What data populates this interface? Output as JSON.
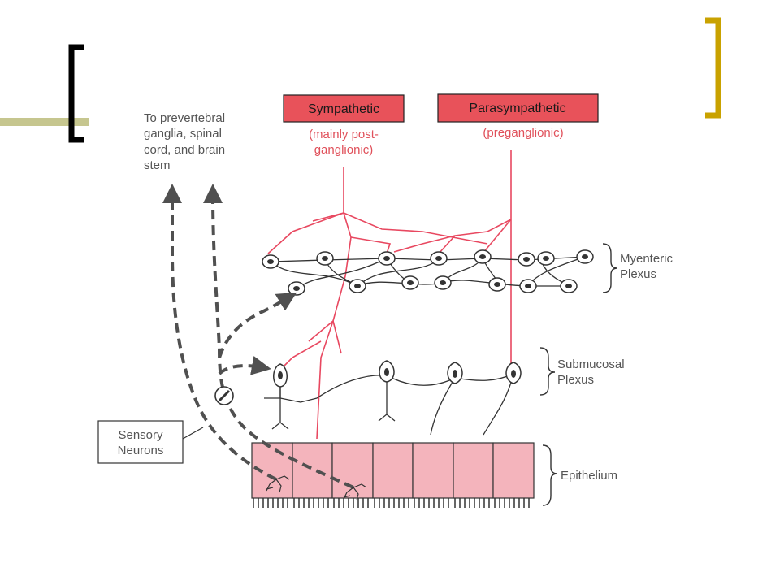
{
  "labels": {
    "sympathetic": "Sympathetic",
    "sympathetic_sub1": "(mainly post-",
    "sympathetic_sub2": "ganglionic)",
    "parasympathetic": "Parasympathetic",
    "parasympathetic_sub": "(preganglionic)",
    "prevertebral_1": "To prevertebral",
    "prevertebral_2": "ganglia, spinal",
    "prevertebral_3": "cord, and brain",
    "prevertebral_4": "stem",
    "myenteric_1": "Myenteric",
    "myenteric_2": "Plexus",
    "submucosal_1": "Submucosal",
    "submucosal_2": "Plexus",
    "epithelium": "Epithelium",
    "sensory_1": "Sensory",
    "sensory_2": "Neurons"
  },
  "colors": {
    "bracket_dark": "#000000",
    "bracket_gold": "#c9a200",
    "accent_bar": "#c6c68f",
    "autonomic_box": "#e8525a",
    "autonomic_text": "#e0505a",
    "nerve": "#e84860",
    "neuron": "#333333",
    "sensory": "#505050",
    "epithelium_fill": "#f4b4bc",
    "label": "#555555"
  }
}
